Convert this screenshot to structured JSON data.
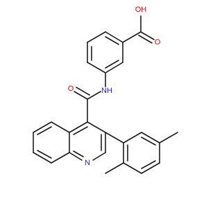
{
  "molecule": {
    "atoms": [
      {
        "id": "o_acid_oh",
        "label": "OH",
        "color": "#e8000b"
      },
      {
        "id": "o_acid_dbl",
        "label": "O",
        "color": "#e8000b"
      },
      {
        "id": "n_amide",
        "label": "NH",
        "color": "#2222dd"
      },
      {
        "id": "o_amide",
        "label": "O",
        "color": "#e8000b"
      },
      {
        "id": "n_quinoline",
        "label": "N",
        "color": "#2222dd"
      }
    ]
  }
}
